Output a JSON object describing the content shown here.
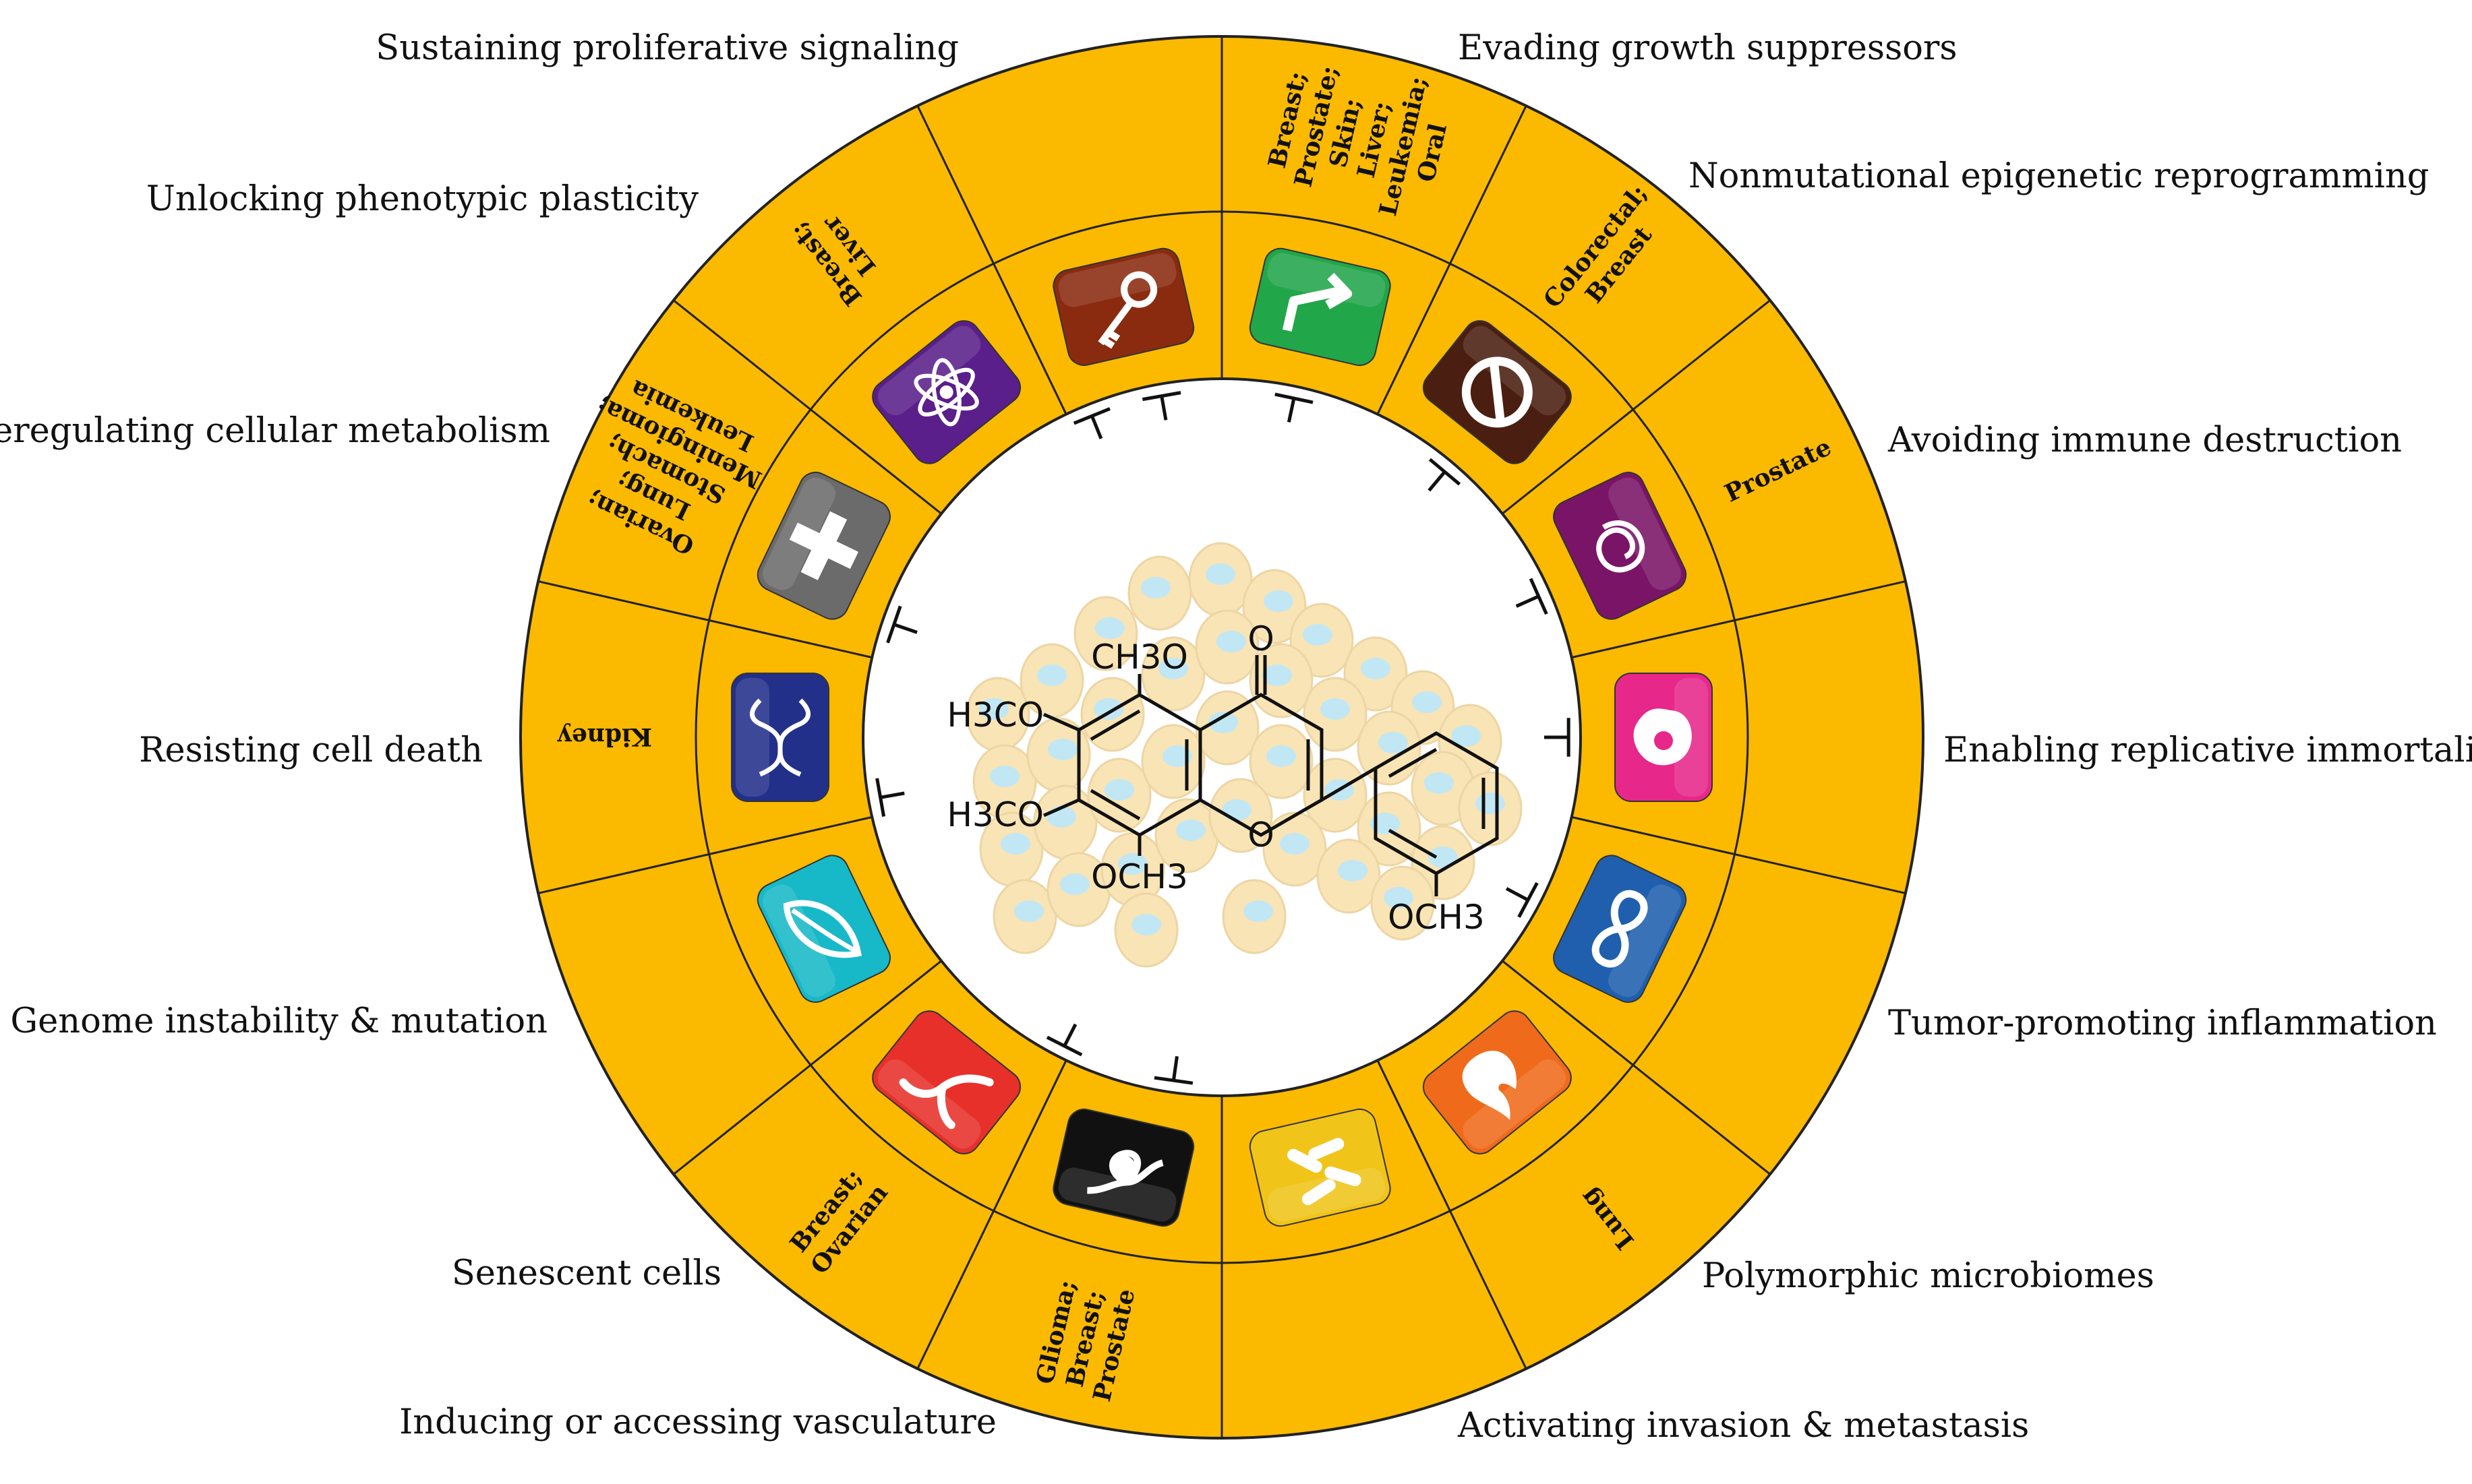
{
  "hallmarks": [
    {
      "id": "sustaining",
      "label": "Sustaining proliferative signaling",
      "icon": "right-turn-arrow-icon",
      "color": "#22a64a",
      "cancers": [
        "Breast;",
        "Prostate;",
        "Skin;",
        "Liver;",
        "Leukemia;",
        "Oral"
      ]
    },
    {
      "id": "evading",
      "label": "Evading growth suppressors",
      "icon": "prohibition-icon",
      "color": "#4a1e10",
      "cancers": [
        "Colorectal;",
        "Breast"
      ]
    },
    {
      "id": "epigenetic",
      "label": "Nonmutational epigenetic reprogramming",
      "icon": "chromatin-icon",
      "color": "#7a1466",
      "cancers": [
        "Prostate"
      ]
    },
    {
      "id": "immune",
      "label": "Avoiding immune destruction",
      "icon": "immune-cell-icon",
      "color": "#e8278a",
      "cancers": []
    },
    {
      "id": "immortality",
      "label": "Enabling replicative immortality",
      "icon": "infinity-icon",
      "color": "#1f5fae",
      "cancers": []
    },
    {
      "id": "inflammation",
      "label": "Tumor-promoting inflammation",
      "icon": "flame-icon",
      "color": "#ef6a1b",
      "cancers": [
        "Lung"
      ]
    },
    {
      "id": "microbiomes",
      "label": "Polymorphic microbiomes",
      "icon": "bacteria-icon",
      "color": "#f0c419",
      "cancers": []
    },
    {
      "id": "invasion",
      "label": "Activating invasion & metastasis",
      "icon": "metastasis-cell-icon",
      "color": "#111111",
      "cancers": [
        "Glioma;",
        "Breast;",
        "Prostate"
      ]
    },
    {
      "id": "vasculature",
      "label": "Inducing or accessing vasculature",
      "icon": "blood-vessel-icon",
      "color": "#e8302a",
      "cancers": [
        "Breast;",
        "Ovarian"
      ]
    },
    {
      "id": "senescent",
      "label": "Senescent cells",
      "icon": "leaf-icon",
      "color": "#17b9c8",
      "cancers": []
    },
    {
      "id": "genome",
      "label": "Genome instability & mutation",
      "icon": "dna-helix-icon",
      "color": "#23308a",
      "cancers": [
        "Kidney"
      ]
    },
    {
      "id": "death",
      "label": "Resisting cell death",
      "icon": "cross-icon",
      "color": "#6b6b6b",
      "cancers": [
        "Ovarian;",
        "Lung;",
        "Stomach;",
        "Meningioma;",
        "Leukemia"
      ]
    },
    {
      "id": "metabolism",
      "label": "Deregulating cellular metabolism",
      "icon": "atom-icon",
      "color": "#5a1f8a",
      "cancers": [
        "Breast;",
        "Liver"
      ]
    },
    {
      "id": "plasticity",
      "label": "Unlocking phenotypic plasticity",
      "icon": "key-icon",
      "color": "#8a2b10",
      "cancers": []
    }
  ],
  "compound": {
    "atoms": {
      "oxo": "O",
      "ring_o": "O",
      "och3_c5": "CH3O",
      "h3co_c6": "H3CO",
      "h3co_c7": "H3CO",
      "och3_c8": "OCH3",
      "och3_c4p": "OCH3"
    }
  },
  "colors": {
    "ring": "#fbb900",
    "ring_border": "#222222",
    "center": "#ffffff",
    "cells": "#f5cf7a",
    "nuclei": "#8fd4ec"
  }
}
